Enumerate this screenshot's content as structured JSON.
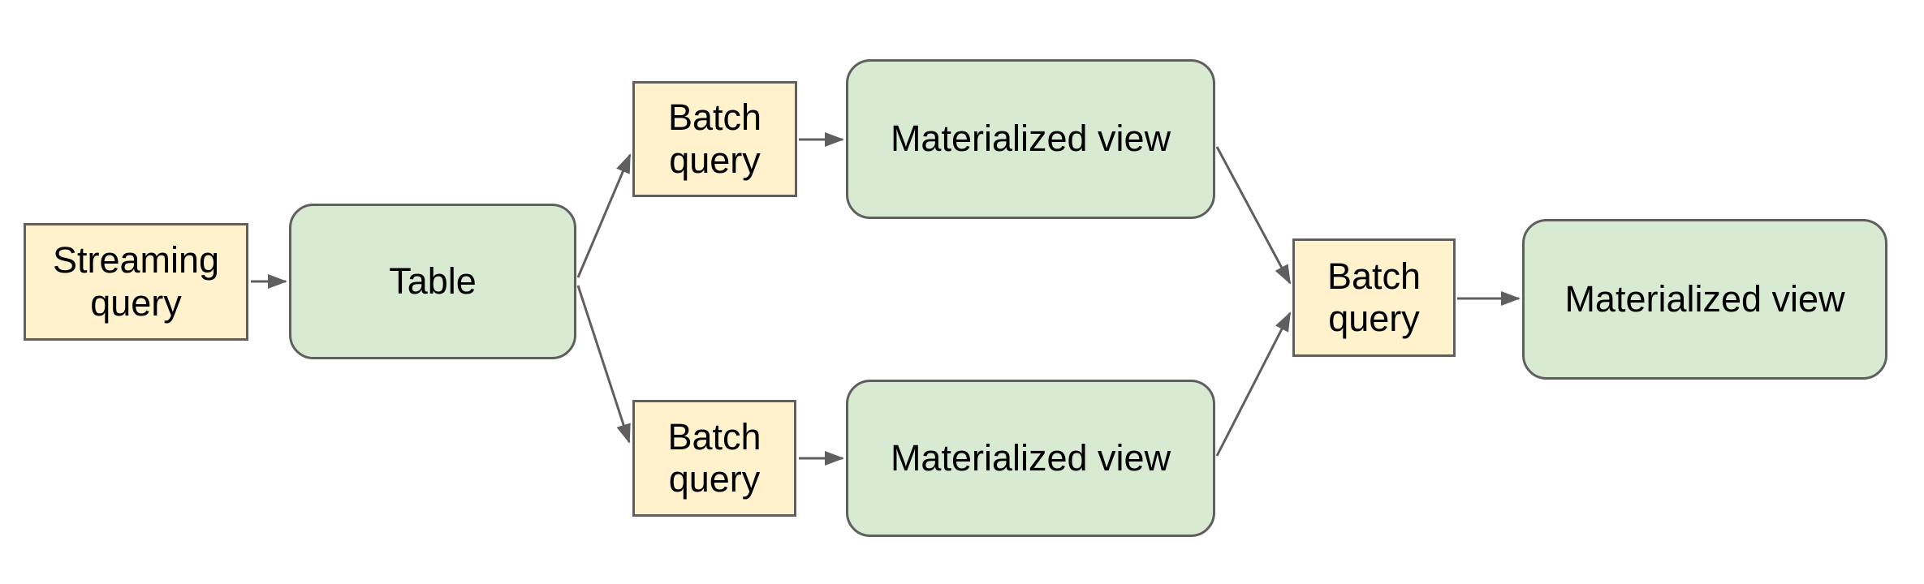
{
  "diagram": {
    "type": "flowchart",
    "nodes": [
      {
        "id": "streaming-query",
        "label": "Streaming query",
        "kind": "query"
      },
      {
        "id": "table",
        "label": "Table",
        "kind": "store"
      },
      {
        "id": "batch-query-top",
        "label": "Batch query",
        "kind": "query"
      },
      {
        "id": "materialized-view-top",
        "label": "Materialized view",
        "kind": "store"
      },
      {
        "id": "batch-query-bottom",
        "label": "Batch query",
        "kind": "query"
      },
      {
        "id": "materialized-view-bottom",
        "label": "Materialized view",
        "kind": "store"
      },
      {
        "id": "batch-query-merge",
        "label": "Batch query",
        "kind": "query"
      },
      {
        "id": "materialized-view-final",
        "label": "Materialized view",
        "kind": "store"
      }
    ],
    "edges": [
      {
        "from": "streaming-query",
        "to": "table"
      },
      {
        "from": "table",
        "to": "batch-query-top"
      },
      {
        "from": "batch-query-top",
        "to": "materialized-view-top"
      },
      {
        "from": "materialized-view-top",
        "to": "batch-query-merge"
      },
      {
        "from": "table",
        "to": "batch-query-bottom"
      },
      {
        "from": "batch-query-bottom",
        "to": "materialized-view-bottom"
      },
      {
        "from": "materialized-view-bottom",
        "to": "batch-query-merge"
      },
      {
        "from": "batch-query-merge",
        "to": "materialized-view-final"
      }
    ],
    "colors": {
      "query_fill": "#fff2cc",
      "view_fill": "#d9ead3",
      "border_color": "#5f5f5f",
      "edge_color": "#5f5f5f",
      "text_color": "#000000",
      "canvas_bg": "#ffffff"
    }
  }
}
